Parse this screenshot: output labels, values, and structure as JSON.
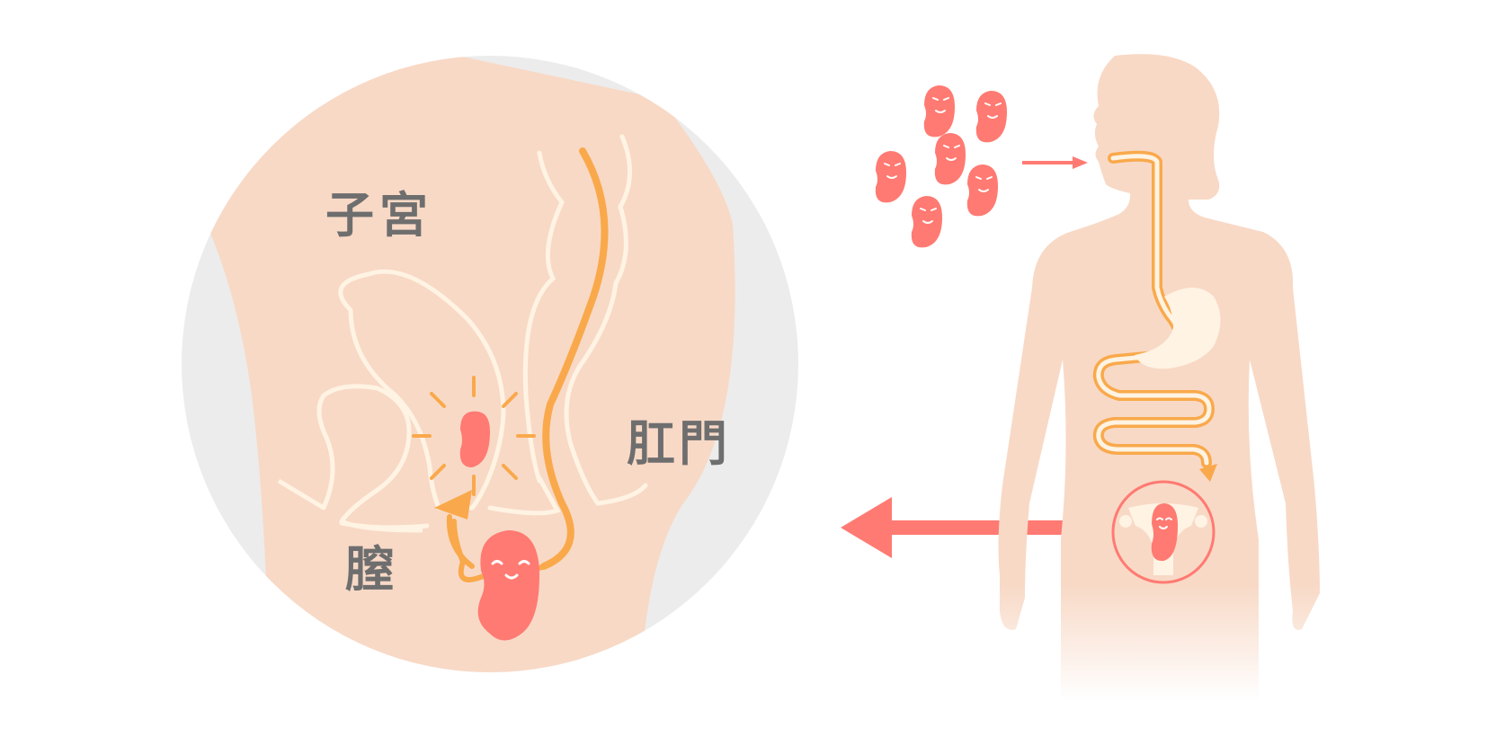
{
  "labels": {
    "uterus": "子宮",
    "anus": "肛門",
    "vagina": "膣"
  },
  "colors": {
    "skin": "#f8d9c6",
    "circle_bg": "#ececec",
    "organ_outline": "#fff3e3",
    "path_orange": "#f9a94b",
    "bacteria": "#ff7a72",
    "arrow": "#ff7a72",
    "label_text": "#6e6e6e"
  },
  "icons": {
    "bacteria": "bean-bacteria-icon",
    "arrow": "arrow-icon"
  }
}
